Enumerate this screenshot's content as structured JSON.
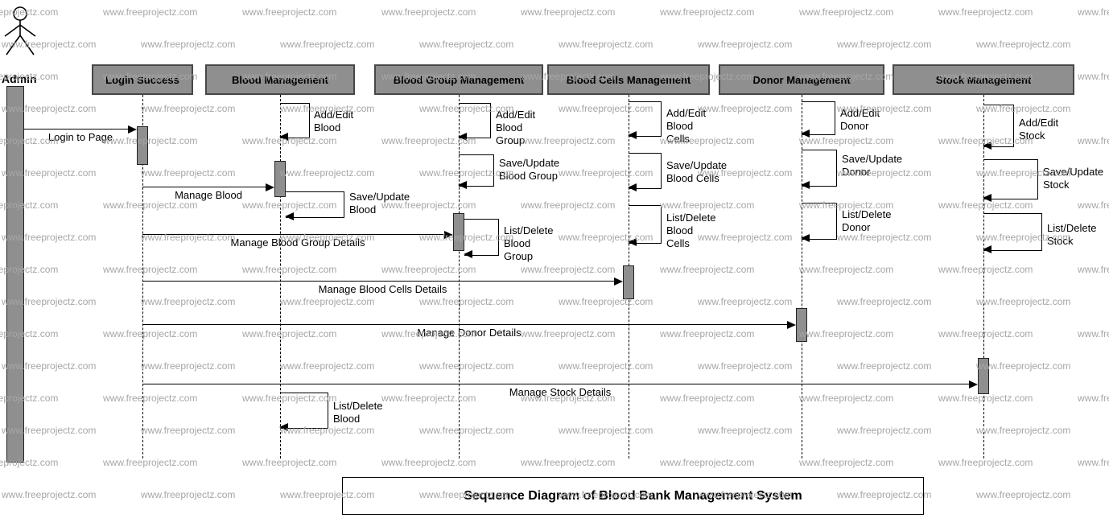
{
  "watermark": {
    "text": "www.freeprojectz.com"
  },
  "colors": {
    "lifeline_fill": "#8f8f8f",
    "line": "#000000",
    "watermark": "#a6a6a6"
  },
  "actor": {
    "label": "Admin"
  },
  "lifelines": [
    {
      "label": "Login Success"
    },
    {
      "label": "Blood Management"
    },
    {
      "label": "Blood Group Management"
    },
    {
      "label": "Blood Cells Management"
    },
    {
      "label": "Donor Management"
    },
    {
      "label": "Stock Management"
    }
  ],
  "messages": [
    {
      "label": "Login to Page"
    },
    {
      "label": "Manage Blood"
    },
    {
      "label": "Manage Blood Group Details"
    },
    {
      "label": "Manage Blood Cells Details"
    },
    {
      "label": "Manage Donor Details"
    },
    {
      "label": "Manage Stock Details"
    }
  ],
  "self_messages": [
    {
      "label": "Add/Edit\nBlood"
    },
    {
      "label": "Save/Update\nBlood"
    },
    {
      "label": "List/Delete\nBlood"
    },
    {
      "label": "Add/Edit\nBlood Group"
    },
    {
      "label": "Save/Update\nBlood Group"
    },
    {
      "label": "List/Delete\nBlood Group"
    },
    {
      "label": "Add/Edit\nBlood Cells"
    },
    {
      "label": "Save/Update\nBlood Cells"
    },
    {
      "label": "List/Delete\nBlood Cells"
    },
    {
      "label": "Add/Edit\nDonor"
    },
    {
      "label": "Save/Update\nDonor"
    },
    {
      "label": "List/Delete\nDonor"
    },
    {
      "label": "Add/Edit Stock"
    },
    {
      "label": "Save/Update\nStock"
    },
    {
      "label": "List/Delete\nStock"
    }
  ],
  "title": "Sequence Diagram of Blood Bank Management System"
}
